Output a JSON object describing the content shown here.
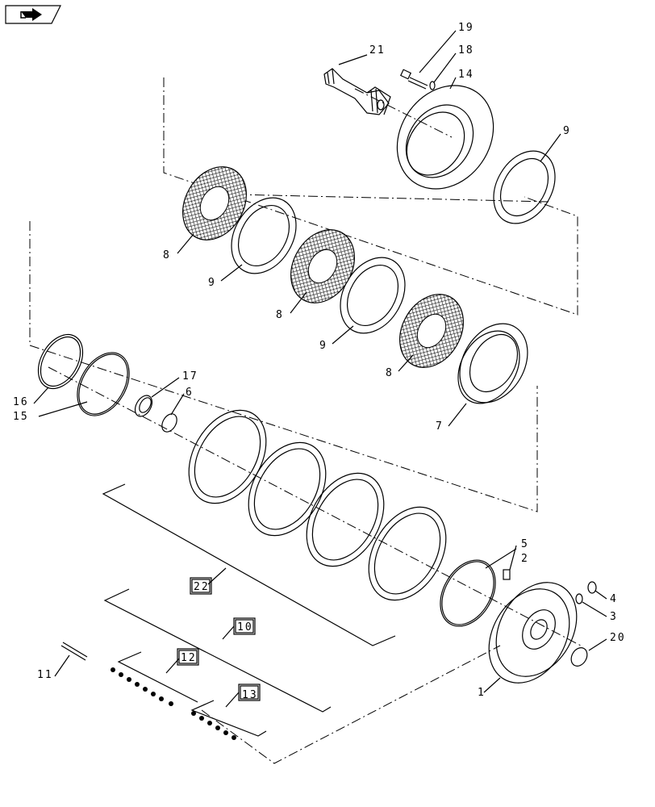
{
  "nav": {
    "icon": "forward-arrow-icon"
  },
  "callouts": {
    "c1": "1",
    "c2": "2",
    "c3": "3",
    "c4": "4",
    "c5": "5",
    "c6": "6",
    "c7": "7",
    "c8a": "8",
    "c8b": "8",
    "c8c": "8",
    "c9a": "9",
    "c9b": "9",
    "c9c": "9",
    "c11": "11",
    "c14": "14",
    "c15": "15",
    "c16": "16",
    "c17": "17",
    "c18": "18",
    "c19": "19",
    "c20": "20",
    "c21": "21"
  },
  "boxed": {
    "b10": "10",
    "b12": "12",
    "b13": "13",
    "b22": "22"
  }
}
